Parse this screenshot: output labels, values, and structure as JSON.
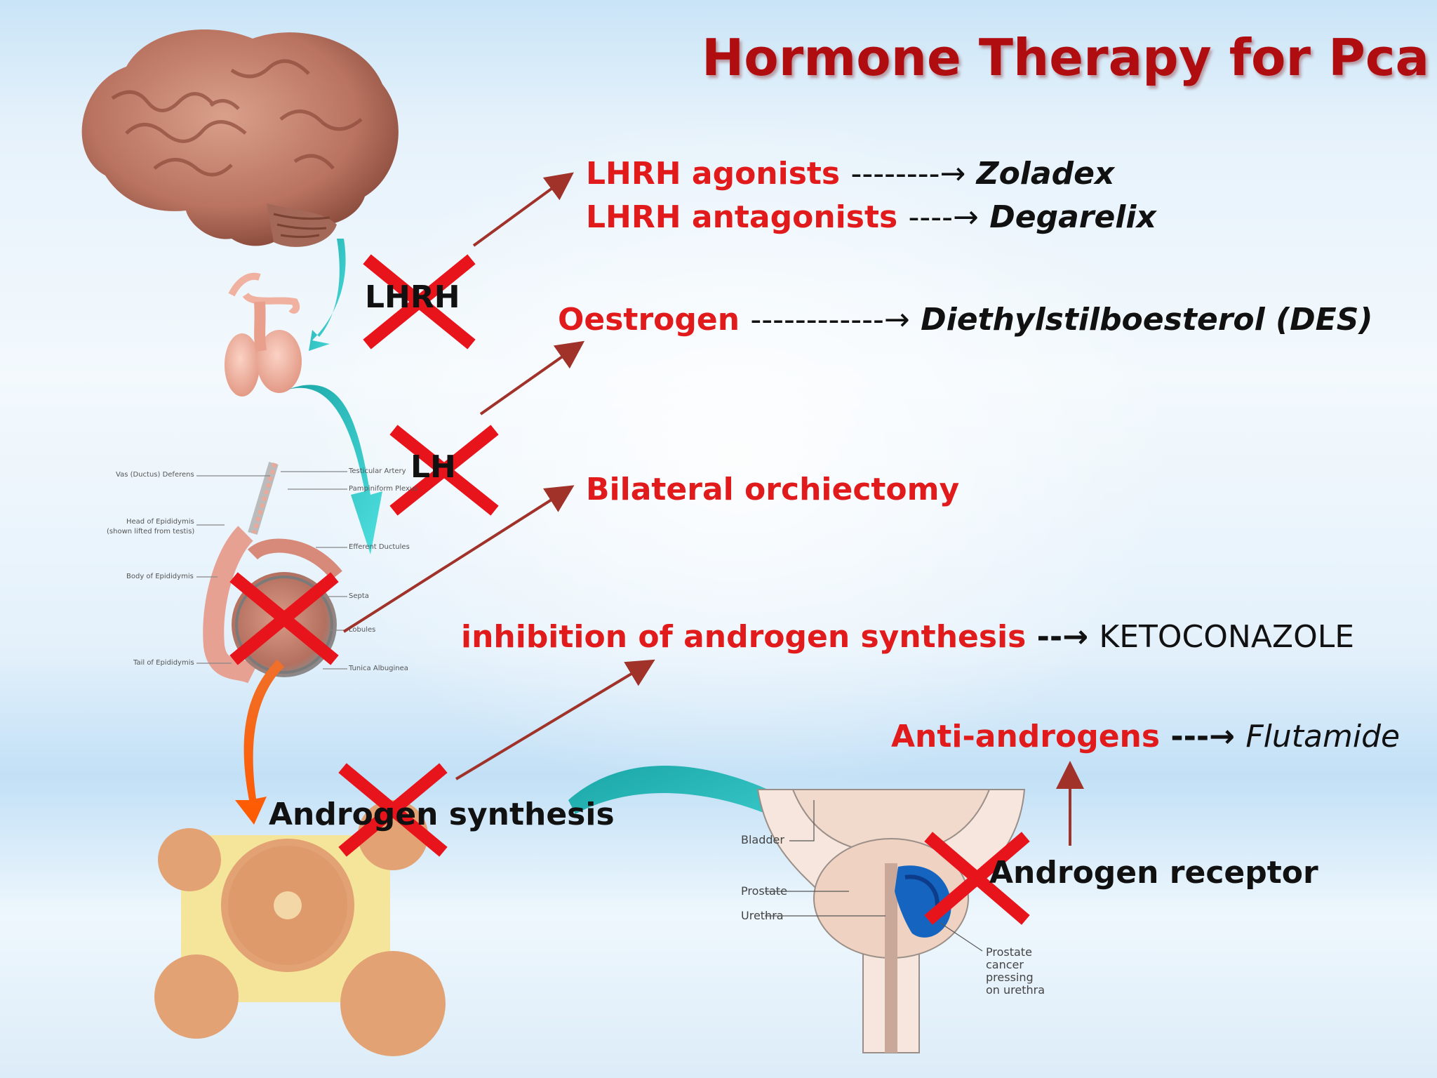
{
  "title": "Hormone Therapy for Pca",
  "therapies": {
    "lhrh_agonists": {
      "label": "LHRH agonists",
      "arrow": "--------→",
      "drug": "Zoladex"
    },
    "lhrh_antagonists": {
      "label": "LHRH antagonists",
      "arrow": "----→",
      "drug": "Degarelix"
    },
    "oestrogen": {
      "label": "Oestrogen",
      "arrow": "------------→",
      "drug": "Diethylstilboesterol (DES)"
    },
    "orchiectomy": {
      "label": "Bilateral orchiectomy"
    },
    "androgen_synthesis_inhibition": {
      "label": "inhibition of androgen synthesis",
      "arrow": "--→",
      "drug": "KETOCONAZOLE"
    },
    "anti_androgens": {
      "label": "Anti-androgens",
      "arrow": "---→",
      "drug": "Flutamide"
    }
  },
  "pathway": {
    "lhrh": "LHRH",
    "lh": "LH",
    "androgen_synthesis": "Androgen synthesis",
    "androgen_receptor": "Androgen receptor"
  },
  "testis_labels": {
    "vas_deferens": "Vas (Ductus) Deferens",
    "head_epididymis": "Head of Epididymis",
    "head_epididymis_note": "(shown lifted from testis)",
    "body_epididymis": "Body of Epididymis",
    "tail_epididymis": "Tail of Epididymis",
    "testicular_artery": "Testicular Artery",
    "pampiniform": "Pampiniform Plexus",
    "efferent_ductules": "Efferent Ductules",
    "septa": "Septa",
    "lobules": "Lobules",
    "tunica": "Tunica Albuginea"
  },
  "prostate_labels": {
    "bladder": "Bladder",
    "prostate": "Prostate",
    "urethra": "Urethra",
    "cancer_note": [
      "Prostate",
      "cancer",
      "pressing",
      "on urethra"
    ]
  },
  "colors": {
    "title": "#b00d10",
    "label": "#e11b1b",
    "arrow": "#a0322a",
    "cross": "#e8141c",
    "teal": "#2cc4c4"
  }
}
